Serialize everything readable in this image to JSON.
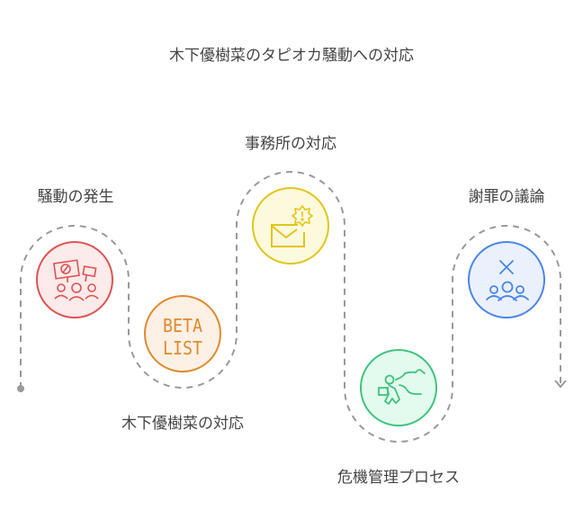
{
  "title": "木下優樹菜のタピオカ騒動への対応",
  "steps": [
    {
      "label": "騒動の発生",
      "icon": "protest-crowd-icon",
      "color": "#e05252",
      "fill": "#fdeaea"
    },
    {
      "label": "木下優樹菜の対応",
      "icon": "beta-list-icon",
      "icon_text": [
        "BETA",
        "LIST"
      ],
      "color": "#e08a30",
      "fill": "#fdf0e4"
    },
    {
      "label": "事務所の対応",
      "icon": "mail-alert-icon",
      "color": "#e2c619",
      "fill": "#fdf9dd"
    },
    {
      "label": "危機管理プロセス",
      "icon": "running-person-icon",
      "color": "#3ec47e",
      "fill": "#e3fbee"
    },
    {
      "label": "謝罪の議論",
      "icon": "group-cross-icon",
      "color": "#4a86e8",
      "fill": "#eaf1fd"
    }
  ]
}
